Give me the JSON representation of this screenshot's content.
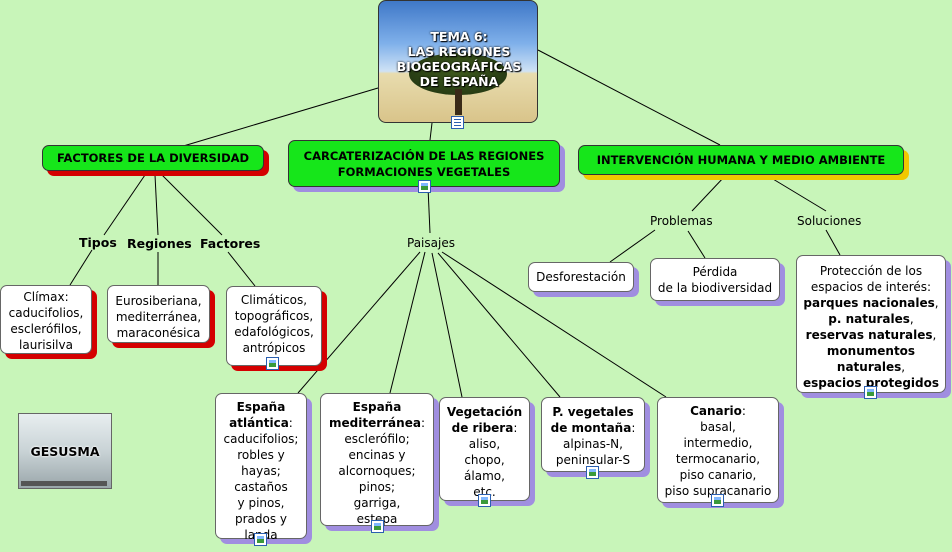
{
  "title": "TEMA 6:\nLAS REGIONES\nBIOGEOGRÁFICAS\nDE ESPAÑA",
  "branches": {
    "factores": "FACTORES DE LA DIVERSIDAD",
    "caracterizacion": "CARCATERIZACIÓN DE LAS REGIONES\nFORMACIONES VEGETALES",
    "intervencion": "INTERVENCIÓN HUMANA Y MEDIO AMBIENTE"
  },
  "labels": {
    "tipos": "Tipos",
    "regiones": "Regiones",
    "factores": "Factores",
    "paisajes": "Paisajes",
    "problemas": "Problemas",
    "soluciones": "Soluciones"
  },
  "boxes": {
    "climax": "Clímax:\ncaducifolios,\nesclerófilos,\nlaurisilva",
    "regiones": "Eurosiberiana,\nmediterránea,\nmaraconésica",
    "factores": "Climáticos,\ntopográficos,\nedafológicos,\nantrópicos",
    "atlantica_title": "España\natlántica",
    "atlantica_body": ":\ncaducifolios;\nrobles y\nhayas;\ncastaños\ny pinos,\nprados y\nlanda",
    "mediterranea_title": "España\nmediterránea",
    "mediterranea_body": ":\nesclerófilo;\nencinas y\nalcornoques;\npinos;\ngarriga,\nestepa",
    "ribera_title": "Vegetación\nde ribera",
    "ribera_body": ":\naliso,\nchopo,\nálamo,\netc.",
    "montana_title": "P. vegetales\nde montaña",
    "montana_body": ":\nalpinas-N,\npeninsular-S",
    "canario_title": "Canario",
    "canario_body": ":\nbasal,\nintermedio,\ntermocanario,\npiso canario,\npiso supracanario",
    "deforestacion": "Desforestación",
    "perdida": "Pérdida\nde la biodiversidad",
    "proteccion_intro": "Protección de los\nespacios de interés:",
    "proteccion_items": [
      {
        "text": "parques nacionales",
        "sep": ","
      },
      {
        "text": "p. naturales",
        "sep": ","
      },
      {
        "text": "reservas naturales",
        "sep": ","
      },
      {
        "text": "monumentos\nnaturales",
        "sep": ","
      },
      {
        "text": "espacios protegidos",
        "sep": ""
      }
    ]
  },
  "logo": "GESUSMA",
  "colors": {
    "background": "#c8f5b9",
    "node_green": "#16e61a",
    "shadow_red": "#d40000",
    "shadow_purple": "#a08ee0",
    "shadow_yellow": "#f0c800"
  }
}
